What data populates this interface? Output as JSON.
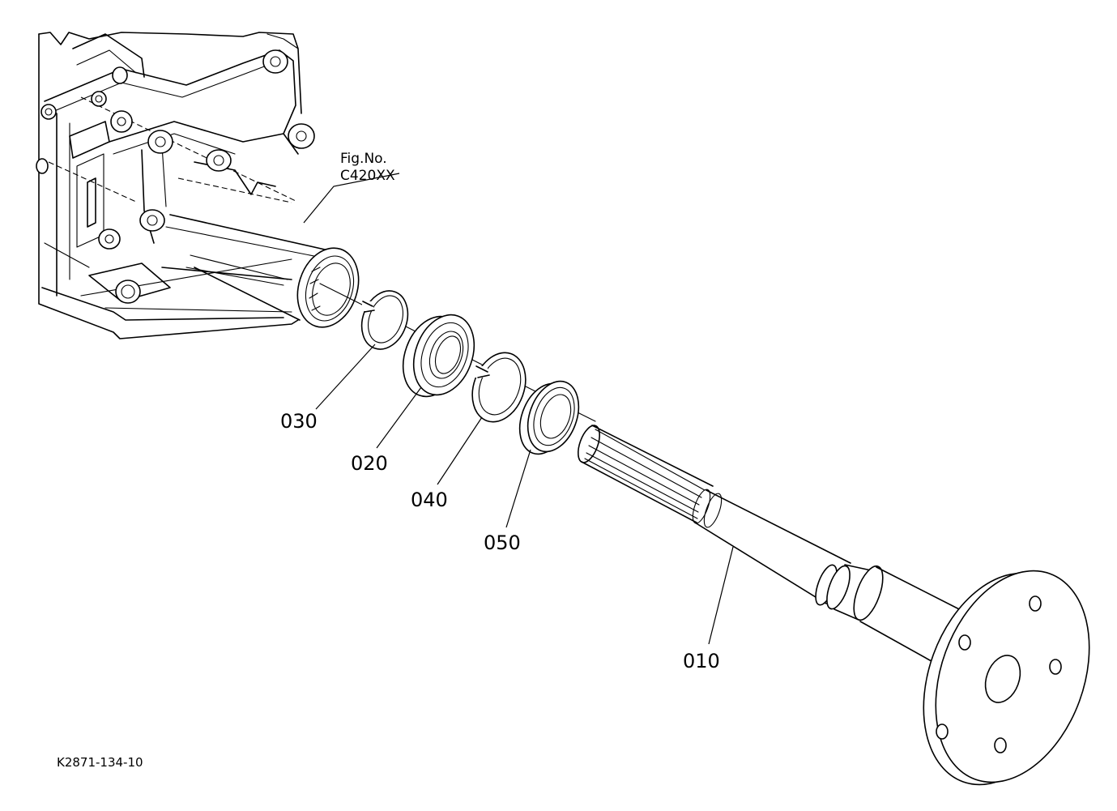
{
  "figure_reference": {
    "line1": "Fig.No.",
    "line2": "C420XX"
  },
  "part_labels": {
    "p010": "010",
    "p020": "020",
    "p030": "030",
    "p040": "040",
    "p050": "050"
  },
  "drawing_code": "K2871-134-10"
}
